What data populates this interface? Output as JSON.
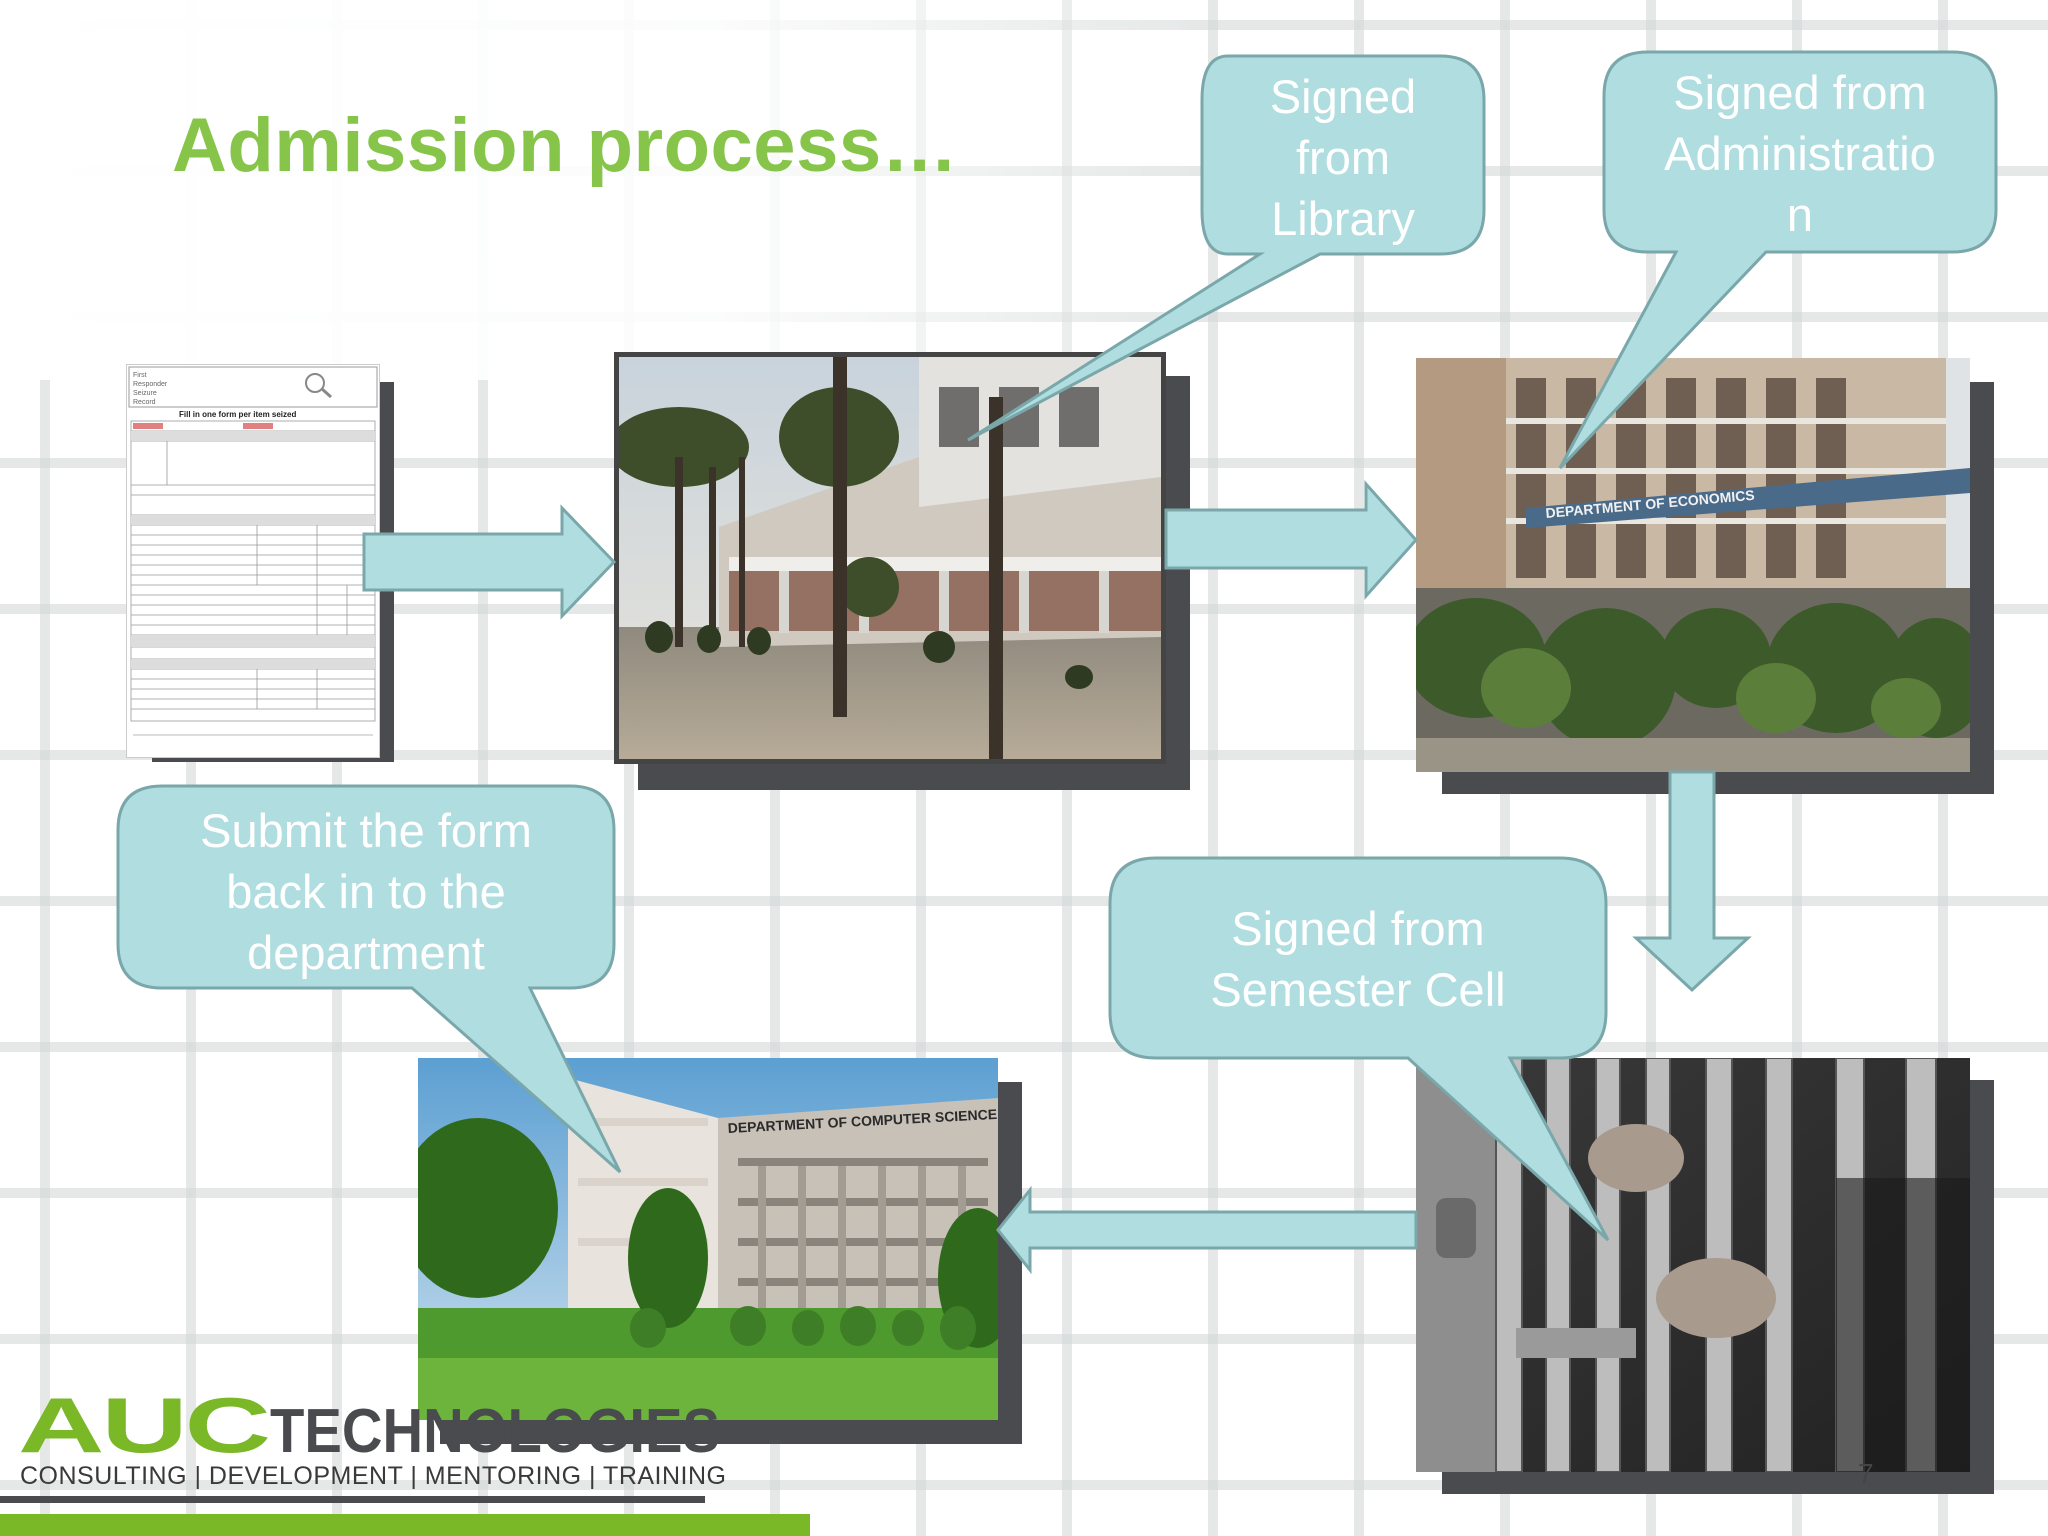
{
  "title": "Admission process…",
  "steps": [
    {
      "text": "Signed\nfrom\nLibrary"
    },
    {
      "text": "Signed from\nAdministratio\nn"
    },
    {
      "text": "Signed from\nSemester Cell"
    },
    {
      "text": "Submit  the form\nback in to the\ndepartment"
    }
  ],
  "form_doc": {
    "header_lines": [
      "First",
      "Responder",
      "Seizure",
      "Record"
    ],
    "heading": "Fill in one form per item seized"
  },
  "photo_signs": {
    "economics": "DEPARTMENT  OF  ECONOMICS",
    "computer_science": "DEPARTMENT  OF  COMPUTER  SCIENCE"
  },
  "logo": {
    "mark": "AUC",
    "word": "TECHNOLOGIES",
    "tagline": "CONSULTING | DEVELOPMENT | MENTORING | TRAINING"
  },
  "page_number": "7",
  "colors": {
    "title_green": "#86c54a",
    "callout_fill": "#b0dde0",
    "callout_stroke": "#7aa7aa",
    "arrow_fill": "#b0dde0",
    "shadow": "#4a4b4f",
    "logo_green": "#7ab828"
  }
}
